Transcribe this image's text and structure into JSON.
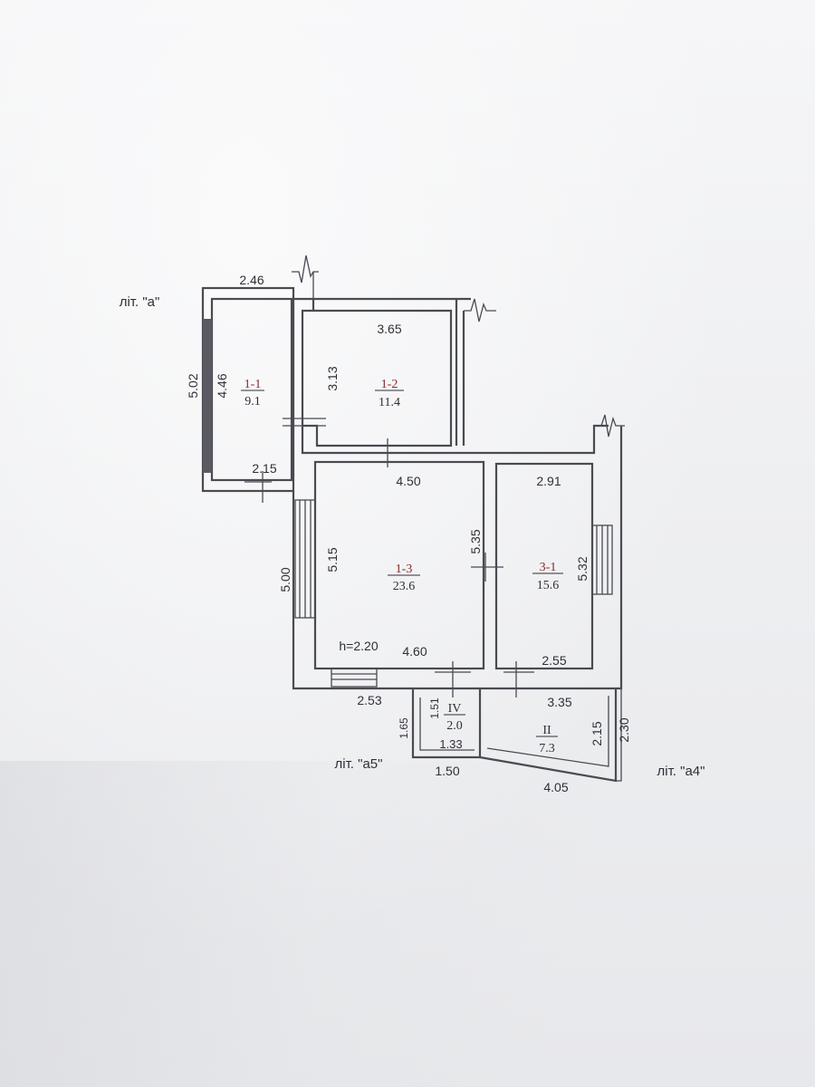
{
  "labels": {
    "lit_a": "літ. \"а\"",
    "lit_a5": "літ. \"а5\"",
    "lit_a4": "літ. \"а4\"",
    "height": "h=2.20"
  },
  "rooms": [
    {
      "id": "1-1",
      "area": "9.1"
    },
    {
      "id": "1-2",
      "area": "11.4"
    },
    {
      "id": "1-3",
      "area": "23.6"
    },
    {
      "id": "3-1",
      "area": "15.6"
    },
    {
      "id": "IV",
      "area": "2.0"
    },
    {
      "id": "II",
      "area": "7.3"
    }
  ],
  "dimensions": {
    "d_2_46": "2.46",
    "d_3_65": "3.65",
    "d_5_02": "5.02",
    "d_4_46": "4.46",
    "d_3_13": "3.13",
    "d_2_15_top": "2.15",
    "d_4_50": "4.50",
    "d_2_91": "2.91",
    "d_5_35": "5.35",
    "d_5_15": "5.15",
    "d_5_00": "5.00",
    "d_5_32": "5.32",
    "d_4_60": "4.60",
    "d_2_55": "2.55",
    "d_2_53": "2.53",
    "d_3_35": "3.35",
    "d_1_51": "1.51",
    "d_1_65": "1.65",
    "d_1_33": "1.33",
    "d_2_15_bottom": "2.15",
    "d_2_30": "2.30",
    "d_1_50": "1.50",
    "d_4_05": "4.05"
  }
}
